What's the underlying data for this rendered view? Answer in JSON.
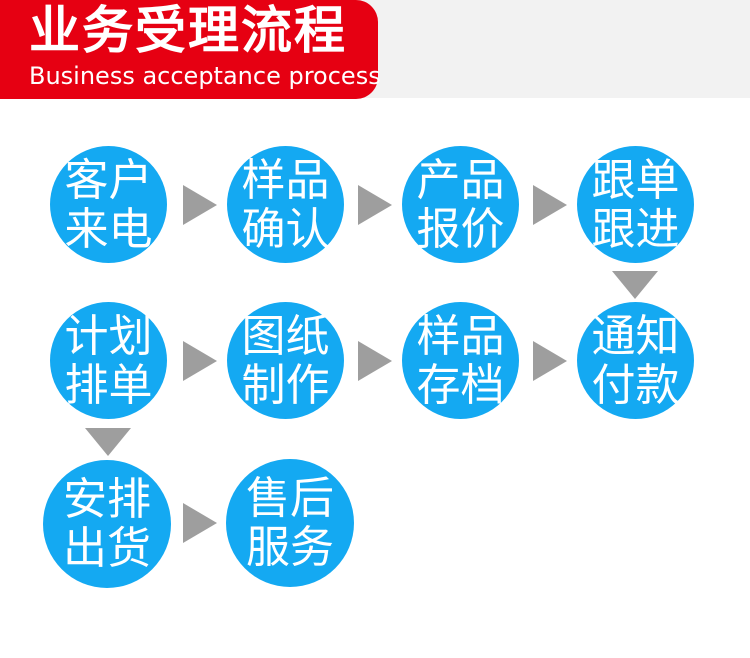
{
  "header": {
    "title": "业务受理流程",
    "subtitle": "Business acceptance process",
    "banner_color": "#E60012",
    "strip_color": "#F2F2F2",
    "text_color": "#FFFFFF"
  },
  "flow": {
    "node_color": "#14A9F2",
    "node_text_color": "#FFFFFF",
    "arrow_color": "#9E9E9E",
    "rows": [
      {
        "nodes": [
          {
            "line1": "客户",
            "line2": "来电"
          },
          {
            "line1": "样品",
            "line2": "确认"
          },
          {
            "line1": "产品",
            "line2": "报价"
          },
          {
            "line1": "跟单",
            "line2": "跟进"
          }
        ]
      },
      {
        "nodes": [
          {
            "line1": "计划",
            "line2": "排单"
          },
          {
            "line1": "图纸",
            "line2": "制作"
          },
          {
            "line1": "样品",
            "line2": "存档"
          },
          {
            "line1": "通知",
            "line2": "付款"
          }
        ]
      },
      {
        "nodes": [
          {
            "line1": "安排",
            "line2": "出货"
          },
          {
            "line1": "售后",
            "line2": "服务"
          }
        ]
      }
    ],
    "connectors": [
      {
        "from": "客户来电",
        "to": "样品确认",
        "direction": "right"
      },
      {
        "from": "样品确认",
        "to": "产品报价",
        "direction": "right"
      },
      {
        "from": "产品报价",
        "to": "跟单跟进",
        "direction": "right"
      },
      {
        "from": "跟单跟进",
        "to": "通知付款",
        "direction": "down"
      },
      {
        "from": "计划排单",
        "to": "图纸制作",
        "direction": "right"
      },
      {
        "from": "图纸制作",
        "to": "样品存档",
        "direction": "right"
      },
      {
        "from": "样品存档",
        "to": "通知付款",
        "direction": "right"
      },
      {
        "from": "计划排单",
        "to": "安排出货",
        "direction": "down"
      },
      {
        "from": "安排出货",
        "to": "售后服务",
        "direction": "right"
      }
    ]
  }
}
